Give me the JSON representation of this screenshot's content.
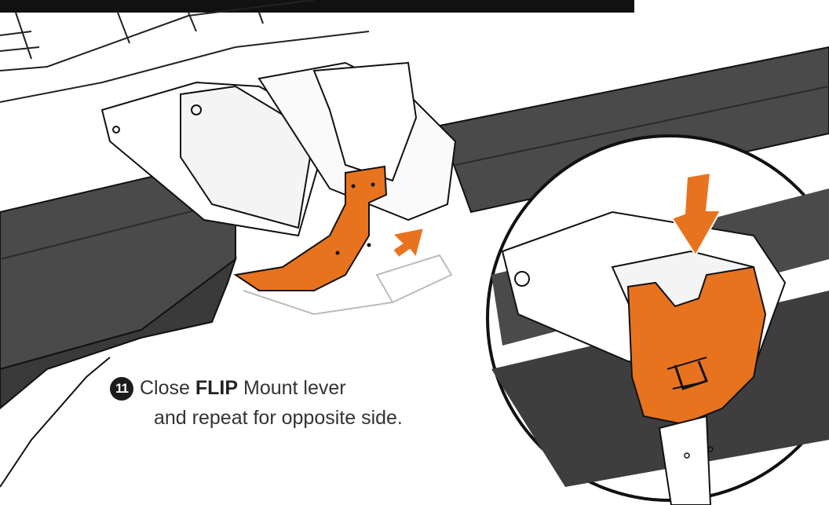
{
  "step": {
    "number": "11",
    "text_before": "Close",
    "bold_word": "FLIP",
    "text_after": "Mount lever",
    "line2": "and repeat for opposite side."
  },
  "colors": {
    "orange": "#e8731f",
    "bar": "#4a4a4a",
    "bar_dark": "#3a3a3a",
    "outline": "#111111"
  },
  "icons": [
    "arrow-push-icon",
    "arrow-down-icon",
    "logo-mark-icon"
  ]
}
